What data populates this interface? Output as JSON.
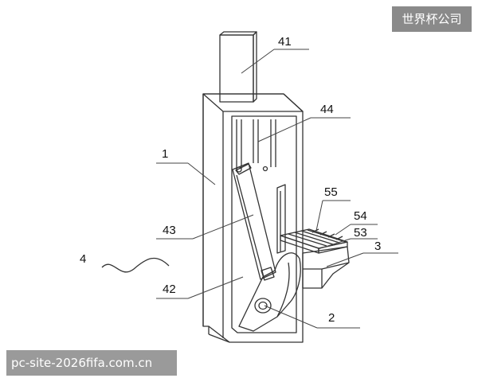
{
  "watermarks": {
    "top_right": "世界杯公司",
    "bottom_left": "pc-site-2026fifa.com.cn"
  },
  "labels": {
    "l41": "41",
    "l44": "44",
    "l1": "1",
    "l55": "55",
    "l54": "54",
    "l53": "53",
    "l3": "3",
    "l43": "43",
    "l4": "4",
    "l42": "42",
    "l2": "2"
  },
  "colors": {
    "line": "#333333",
    "background": "#ffffff",
    "shade": "#e4e4e4"
  }
}
